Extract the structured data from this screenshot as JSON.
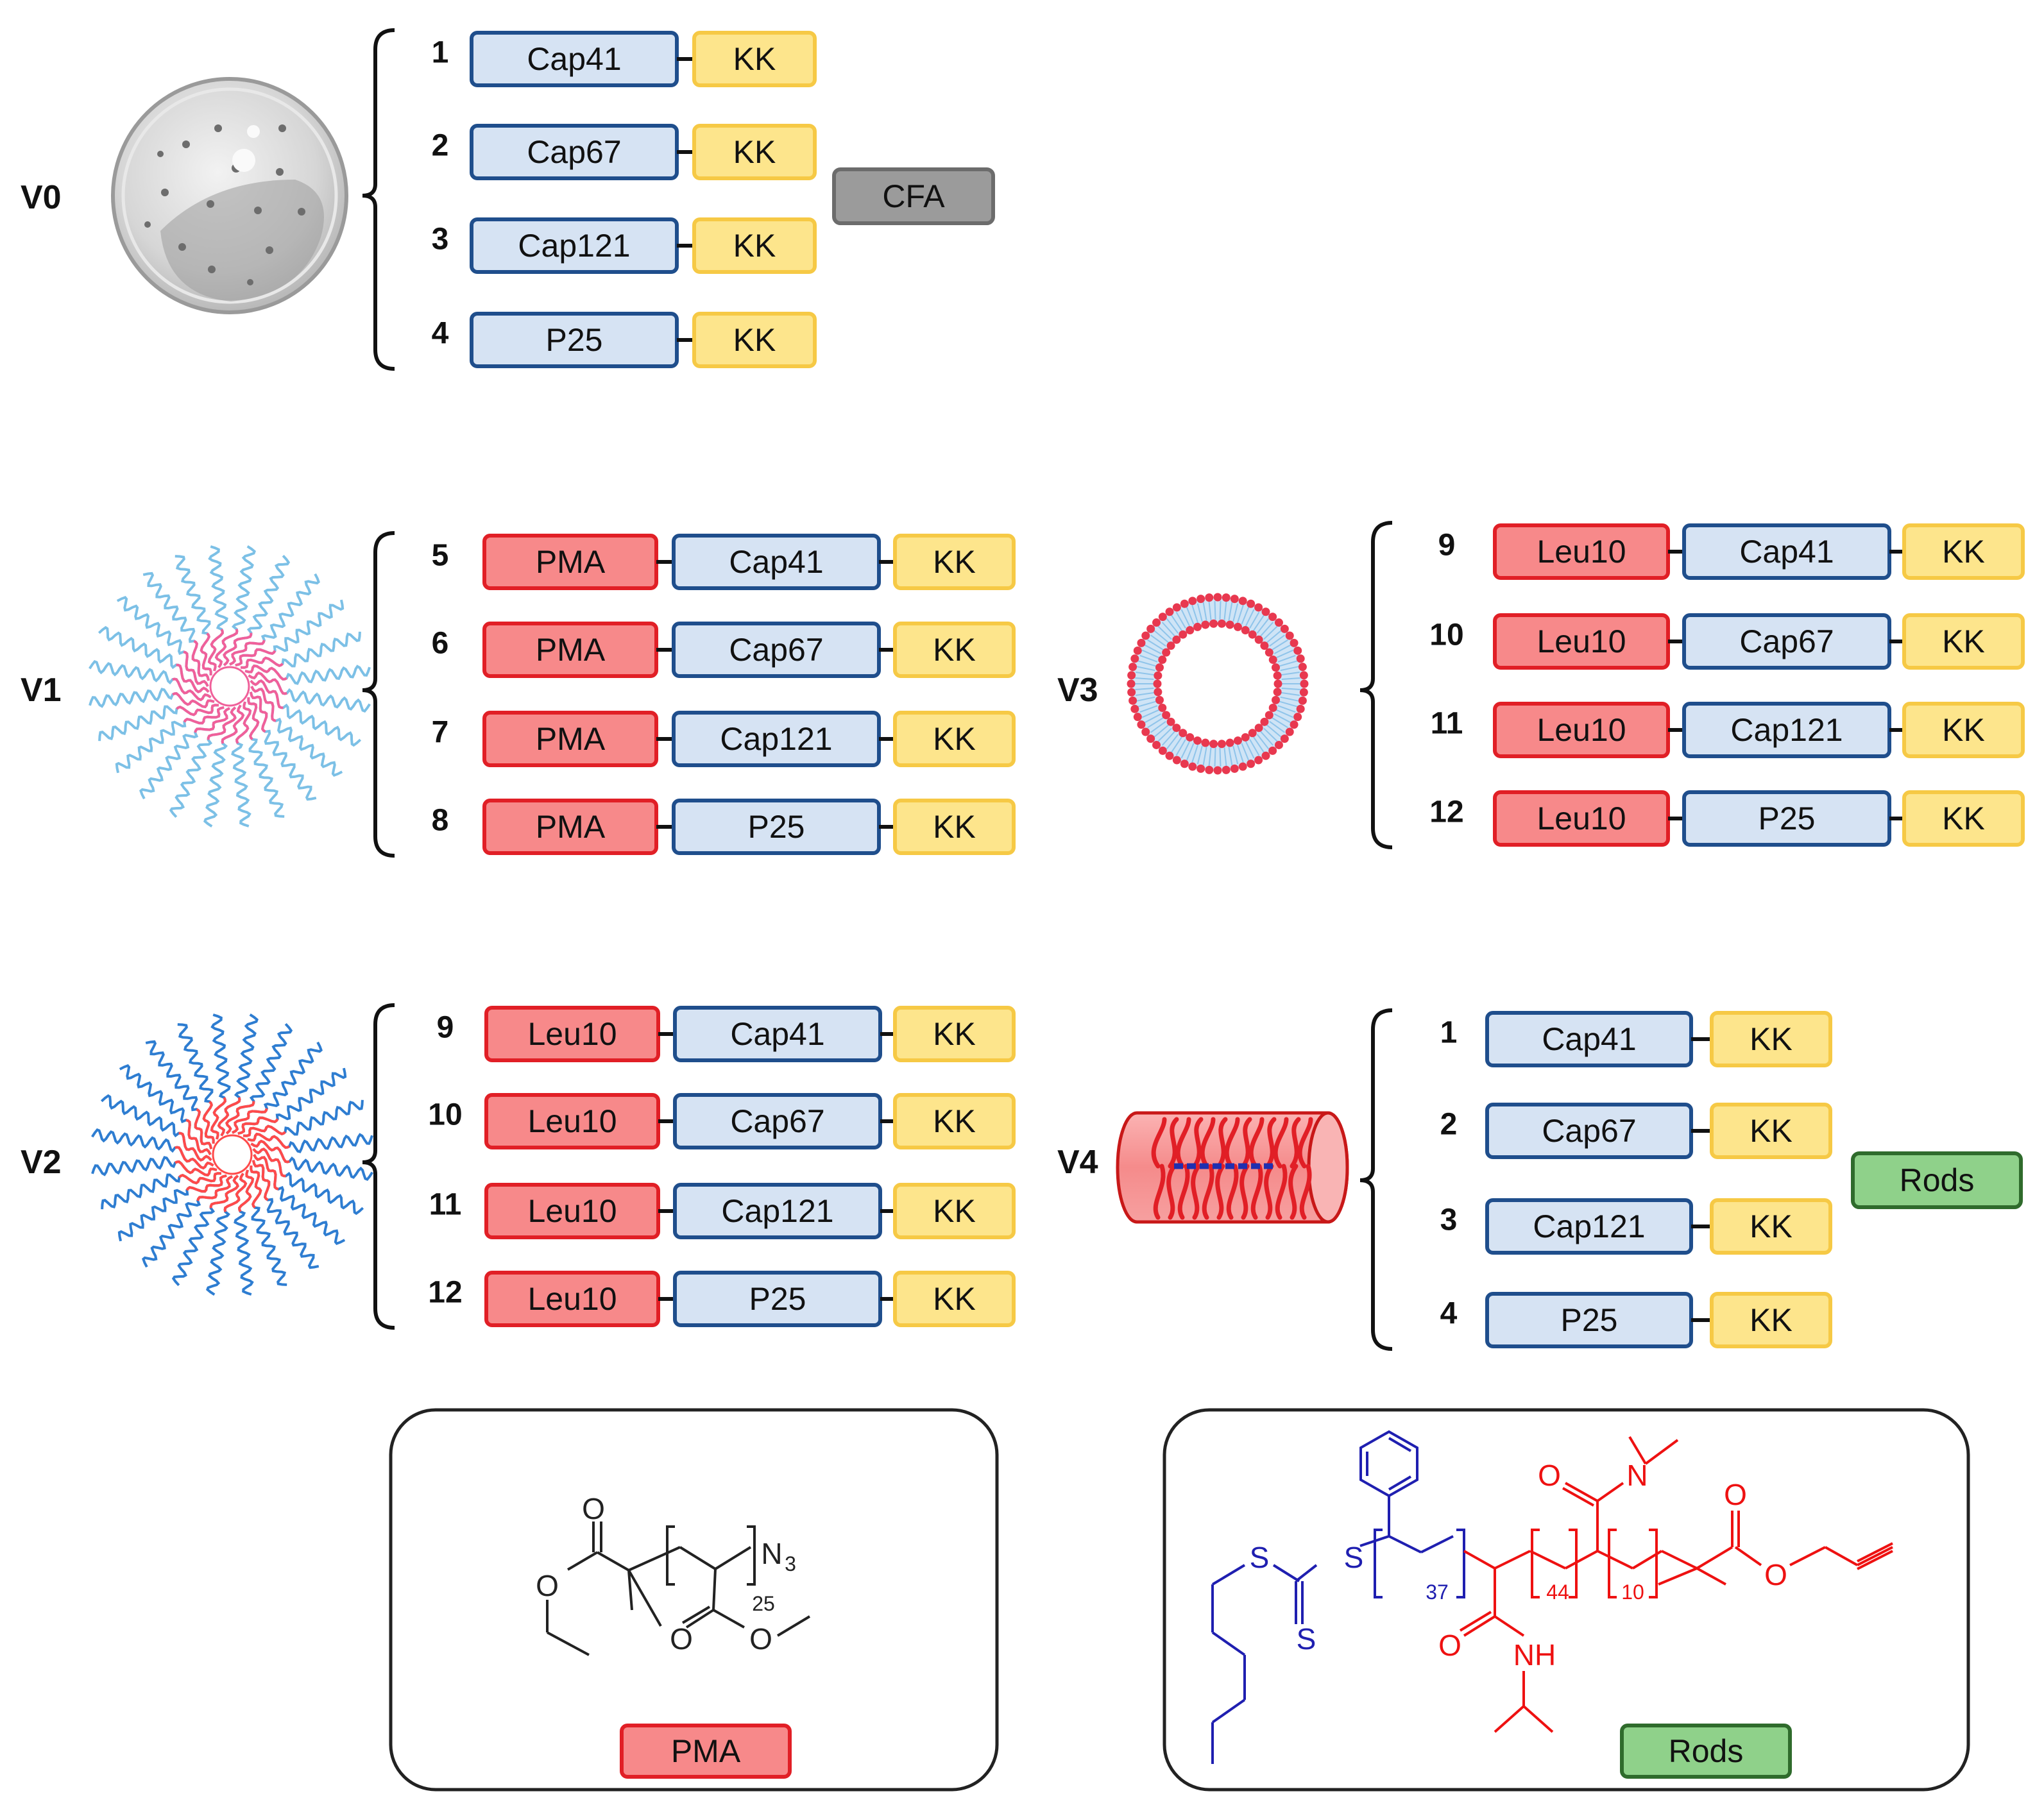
{
  "colors": {
    "red_fill": "#f7898a",
    "red_stroke": "#e11f26",
    "blue_fill": "#d6e3f3",
    "blue_stroke": "#1f4e8c",
    "yellow_fill": "#fde58c",
    "yellow_stroke": "#f6c945",
    "gray_fill": "#9b9b9b",
    "gray_stroke": "#6c6c6c",
    "green_fill": "#8fd18a",
    "green_stroke": "#2f6b2c",
    "chem_black": "#222222",
    "chem_blue": "#1f1fb0",
    "chem_red": "#ee1111"
  },
  "groups": [
    {
      "id": "V0",
      "label": "V0",
      "icon": "particle-icon",
      "rows": [
        {
          "num": "1",
          "boxes": [
            {
              "text": "Cap41",
              "color": "blue"
            },
            {
              "text": "KK",
              "color": "yellow"
            }
          ]
        },
        {
          "num": "2",
          "boxes": [
            {
              "text": "Cap67",
              "color": "blue"
            },
            {
              "text": "KK",
              "color": "yellow"
            }
          ]
        },
        {
          "num": "3",
          "boxes": [
            {
              "text": "Cap121",
              "color": "blue"
            },
            {
              "text": "KK",
              "color": "yellow"
            }
          ]
        },
        {
          "num": "4",
          "boxes": [
            {
              "text": "P25",
              "color": "blue"
            },
            {
              "text": "KK",
              "color": "yellow"
            }
          ]
        }
      ],
      "tag": {
        "text": "CFA",
        "color": "gray"
      }
    },
    {
      "id": "V1",
      "label": "V1",
      "icon": "pma-micelle-icon",
      "rows": [
        {
          "num": "5",
          "boxes": [
            {
              "text": "PMA",
              "color": "red"
            },
            {
              "text": "Cap41",
              "color": "blue"
            },
            {
              "text": "KK",
              "color": "yellow"
            }
          ]
        },
        {
          "num": "6",
          "boxes": [
            {
              "text": "PMA",
              "color": "red"
            },
            {
              "text": "Cap67",
              "color": "blue"
            },
            {
              "text": "KK",
              "color": "yellow"
            }
          ]
        },
        {
          "num": "7",
          "boxes": [
            {
              "text": "PMA",
              "color": "red"
            },
            {
              "text": "Cap121",
              "color": "blue"
            },
            {
              "text": "KK",
              "color": "yellow"
            }
          ]
        },
        {
          "num": "8",
          "boxes": [
            {
              "text": "PMA",
              "color": "red"
            },
            {
              "text": "P25",
              "color": "blue"
            },
            {
              "text": "KK",
              "color": "yellow"
            }
          ]
        }
      ]
    },
    {
      "id": "V3",
      "label": "V3",
      "icon": "vesicle-icon",
      "rows": [
        {
          "num": "9",
          "boxes": [
            {
              "text": "Leu10",
              "color": "red"
            },
            {
              "text": "Cap41",
              "color": "blue"
            },
            {
              "text": "KK",
              "color": "yellow"
            }
          ]
        },
        {
          "num": "10",
          "boxes": [
            {
              "text": "Leu10",
              "color": "red"
            },
            {
              "text": "Cap67",
              "color": "blue"
            },
            {
              "text": "KK",
              "color": "yellow"
            }
          ]
        },
        {
          "num": "11",
          "boxes": [
            {
              "text": "Leu10",
              "color": "red"
            },
            {
              "text": "Cap121",
              "color": "blue"
            },
            {
              "text": "KK",
              "color": "yellow"
            }
          ]
        },
        {
          "num": "12",
          "boxes": [
            {
              "text": "Leu10",
              "color": "red"
            },
            {
              "text": "P25",
              "color": "blue"
            },
            {
              "text": "KK",
              "color": "yellow"
            }
          ]
        }
      ]
    },
    {
      "id": "V2",
      "label": "V2",
      "icon": "leu10-micelle-icon",
      "rows": [
        {
          "num": "9",
          "boxes": [
            {
              "text": "Leu10",
              "color": "red"
            },
            {
              "text": "Cap41",
              "color": "blue"
            },
            {
              "text": "KK",
              "color": "yellow"
            }
          ]
        },
        {
          "num": "10",
          "boxes": [
            {
              "text": "Leu10",
              "color": "red"
            },
            {
              "text": "Cap67",
              "color": "blue"
            },
            {
              "text": "KK",
              "color": "yellow"
            }
          ]
        },
        {
          "num": "11",
          "boxes": [
            {
              "text": "Leu10",
              "color": "red"
            },
            {
              "text": "Cap121",
              "color": "blue"
            },
            {
              "text": "KK",
              "color": "yellow"
            }
          ]
        },
        {
          "num": "12",
          "boxes": [
            {
              "text": "Leu10",
              "color": "red"
            },
            {
              "text": "P25",
              "color": "blue"
            },
            {
              "text": "KK",
              "color": "yellow"
            }
          ]
        }
      ]
    },
    {
      "id": "V4",
      "label": "V4",
      "icon": "rod-icon",
      "rows": [
        {
          "num": "1",
          "boxes": [
            {
              "text": "Cap41",
              "color": "blue"
            },
            {
              "text": "KK",
              "color": "yellow"
            }
          ]
        },
        {
          "num": "2",
          "boxes": [
            {
              "text": "Cap67",
              "color": "blue"
            },
            {
              "text": "KK",
              "color": "yellow"
            }
          ]
        },
        {
          "num": "3",
          "boxes": [
            {
              "text": "Cap121",
              "color": "blue"
            },
            {
              "text": "KK",
              "color": "yellow"
            }
          ]
        },
        {
          "num": "4",
          "boxes": [
            {
              "text": "P25",
              "color": "blue"
            },
            {
              "text": "KK",
              "color": "yellow"
            }
          ]
        }
      ],
      "tag": {
        "text": "Rods",
        "color": "green"
      }
    }
  ],
  "structures": {
    "pma": {
      "label": "PMA",
      "label_color": "red",
      "atoms": {
        "o1": "O",
        "o2": "O",
        "o3": "O",
        "o4": "O",
        "azide": "N",
        "azide_sub": "3",
        "repeat": "25"
      }
    },
    "rods": {
      "label": "Rods",
      "label_color": "green",
      "atoms": {
        "s1": "S",
        "s2": "S",
        "s3": "S",
        "o_top": "O",
        "n_top": "N",
        "o_right": "O",
        "o_ester": "O",
        "o_bottom": "O",
        "nh": "NH",
        "repeat_blue": "37",
        "repeat_a": "44",
        "repeat_b": "10"
      }
    }
  }
}
